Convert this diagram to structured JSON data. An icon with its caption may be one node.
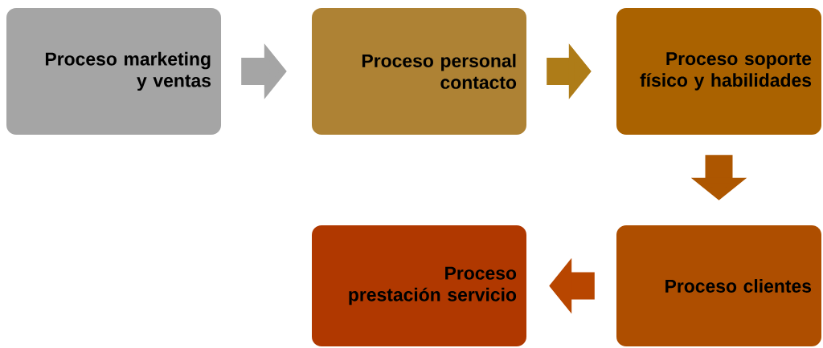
{
  "diagram": {
    "nodes": [
      {
        "text": [
          "Proceso marketing y ventas"
        ]
      },
      {
        "text": [
          "Proceso personal contacto"
        ]
      },
      {
        "text": [
          "Proceso soporte físico y habilidades"
        ]
      },
      {
        "text": [
          "Proceso clientes"
        ]
      },
      {
        "text": [
          "Proceso prestación servicio"
        ]
      }
    ],
    "edges": [
      {
        "from": 0,
        "to": 1,
        "arrow": "to",
        "color": "#a5a5a5"
      },
      {
        "from": 1,
        "to": 2,
        "arrow": "to",
        "color": "#ae7c18"
      },
      {
        "from": 2,
        "to": 3,
        "arrow": "to",
        "color": "#ad5600"
      },
      {
        "from": 3,
        "to": 4,
        "arrow": "to",
        "color": "#b84600"
      }
    ]
  }
}
